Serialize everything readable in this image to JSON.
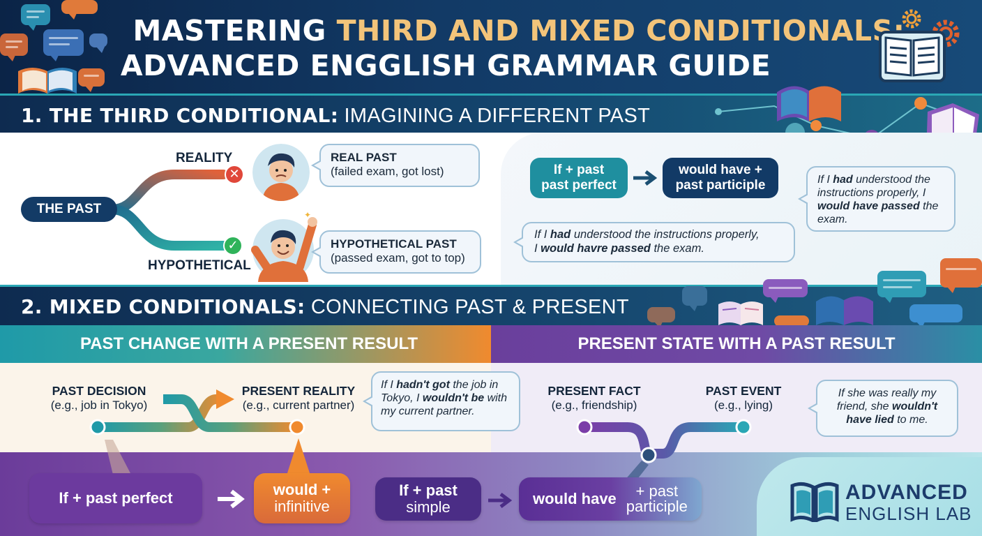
{
  "header": {
    "title_line1_a": "MASTERING ",
    "title_line1_b": "THIRD AND MIXED CONDITIONALS:",
    "title_line2": "ADVANCED ENGGLISH GRAMMAR GUIDE",
    "accent_color": "#f3c47a"
  },
  "section1": {
    "title_bold": "1. THE THIRD CONDITIONAL:",
    "title_light": " IMAGINING A DIFFERENT PAST",
    "the_past": "THE PAST",
    "reality": "REALITY",
    "hypothetical": "HYPOTHETICAL",
    "real_past_title": "REAL PAST",
    "real_past_sub": "(failed exam, got lost)",
    "hyp_past_title": "HYPOTHETICAL PAST",
    "hyp_past_sub": "(passed exam, got to top)",
    "formula_if_l1": "If + past",
    "formula_if_l2": "past perfect",
    "formula_would_l1": "would have +",
    "formula_would_l2": "past participle",
    "ex1": {
      "p1": "If I ",
      "b1": "had",
      "p2": " understood the instructions properly, I ",
      "b2": "would have passed",
      "p3": " the exam."
    },
    "ex2": {
      "p1": "If I ",
      "b1": "had",
      "p2": " understood the instructions properly,",
      "p3": "I ",
      "b2": "would havre passed",
      "p4": " the exam."
    }
  },
  "section2": {
    "title_bold": "2. MIXED CONDITIONALS:",
    "title_light": " CONNECTING PAST & PRESENT",
    "left_band": "PAST CHANGE WITH A PRESENT RESULT",
    "right_band": "PRESENT STATE WITH A PAST RESULT",
    "past_decision": "PAST DECISION",
    "past_decision_sub": "(e.g., job in Tokyo)",
    "present_reality": "PRESENT REALITY",
    "present_reality_sub": "(e.g., current partner)",
    "ex_left": {
      "p1": "If I ",
      "b1": "hadn't got",
      "p2": " the job in Tokyo, I ",
      "b2": "wouldn't be",
      "p3": " with my current partner."
    },
    "present_fact": "PRESENT FACT",
    "present_fact_sub": "(e.g., friendship)",
    "past_event": "PAST EVENT",
    "past_event_sub": "(e.g., lying)",
    "ex_right": {
      "p1": "If she was really my friend, she ",
      "b1": "wouldn't have lied",
      "p2": " to me."
    },
    "f_if_past_perfect": "If + past perfect",
    "f_would_l1": "would +",
    "f_would_l2": "infinitive",
    "f_if_past_l1": "If + past",
    "f_if_past_l2": "simple",
    "f_would_have": "would have",
    "f_past_part_l1": "+ past",
    "f_past_part_l2": "participle"
  },
  "logo": {
    "line1": "ADVANCED",
    "line2": "ENGLISH LAB"
  }
}
